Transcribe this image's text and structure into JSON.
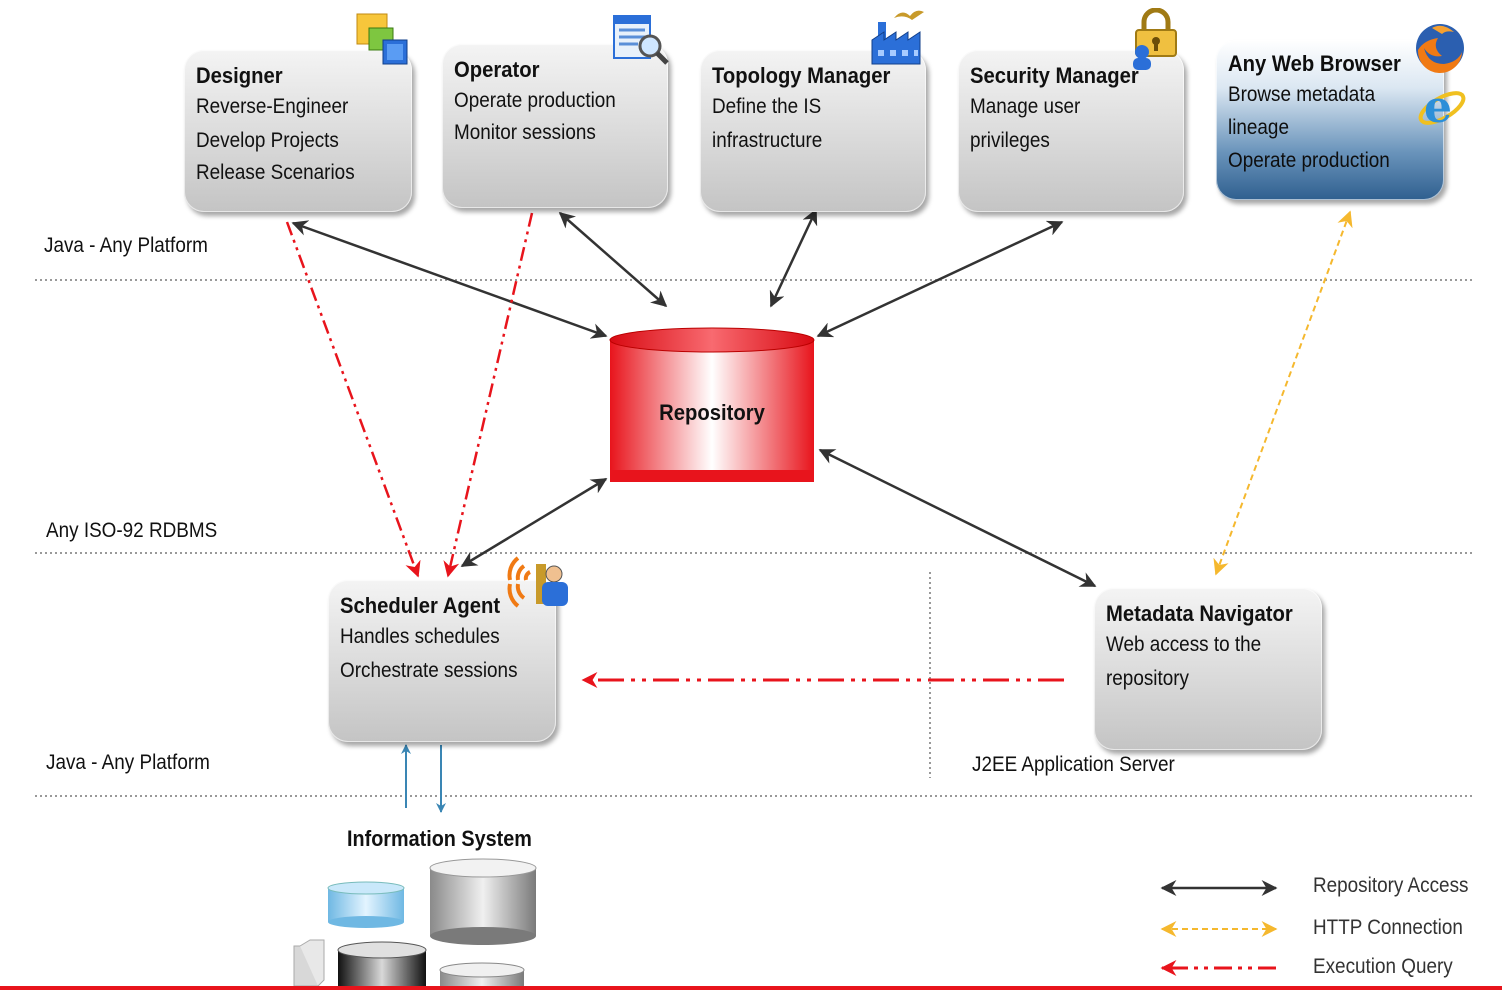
{
  "tiers": {
    "top_label": "Java - Any Platform",
    "db_label": "Any ISO-92 RDBMS",
    "agent_label": "Java - Any Platform",
    "app_server_label": "J2EE Application Server"
  },
  "components": {
    "designer": {
      "title": "Designer",
      "lines": [
        "Reverse-Engineer",
        "Develop Projects",
        "Release Scenarios"
      ],
      "icon": "designer-icon"
    },
    "operator": {
      "title": "Operator",
      "lines": [
        "Operate production",
        "Monitor sessions"
      ],
      "icon": "operator-icon"
    },
    "topology": {
      "title": "Topology Manager",
      "lines": [
        "Define the IS",
        "infrastructure"
      ],
      "icon": "factory-icon"
    },
    "security": {
      "title": "Security Manager",
      "lines": [
        "Manage user",
        "privileges"
      ],
      "icon": "lock-icon"
    },
    "browser": {
      "title": "Any Web Browser",
      "lines": [
        "Browse metadata",
        "lineage",
        "Operate production"
      ],
      "icons": [
        "firefox-icon",
        "internet-explorer-icon"
      ]
    },
    "scheduler": {
      "title": "Scheduler Agent",
      "lines": [
        "Handles schedules",
        "Orchestrate sessions"
      ],
      "icon": "agent-icon"
    },
    "navigator": {
      "title": "Metadata Navigator",
      "lines": [
        "Web access to the",
        "repository"
      ]
    }
  },
  "repository": {
    "label": "Repository"
  },
  "information_system": {
    "label": "Information System"
  },
  "legend": [
    {
      "label": "Repository Access",
      "style": "solid",
      "color": "#333333"
    },
    {
      "label": "HTTP Connection",
      "style": "dashed",
      "color": "#f5b82e"
    },
    {
      "label": "Execution Query",
      "style": "dash-dot",
      "color": "#e8141c"
    }
  ],
  "colors": {
    "repository_red": "#e8141c",
    "execution_red": "#e8141c",
    "http_orange": "#f5b82e",
    "repository_access": "#333333",
    "is_link_blue": "#3a86b4"
  }
}
